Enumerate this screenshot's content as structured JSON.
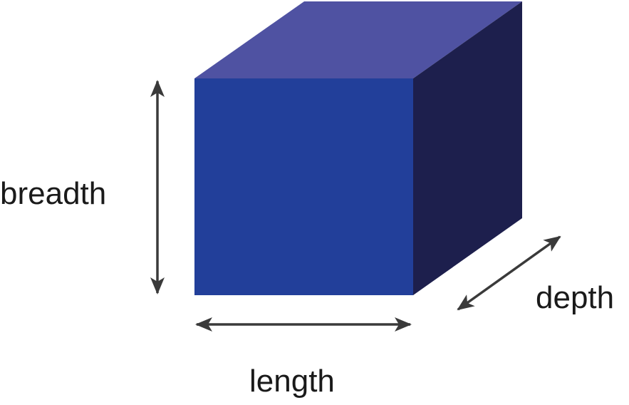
{
  "labels": {
    "breadth": "breadth",
    "length": "length",
    "depth": "depth"
  },
  "colors": {
    "front_face": "#223f9a",
    "top_face": "#4f52a2",
    "side_face": "#1d1f4d",
    "arrow": "#3a3a3a",
    "text": "#1a1a1a",
    "background": "#ffffff"
  }
}
